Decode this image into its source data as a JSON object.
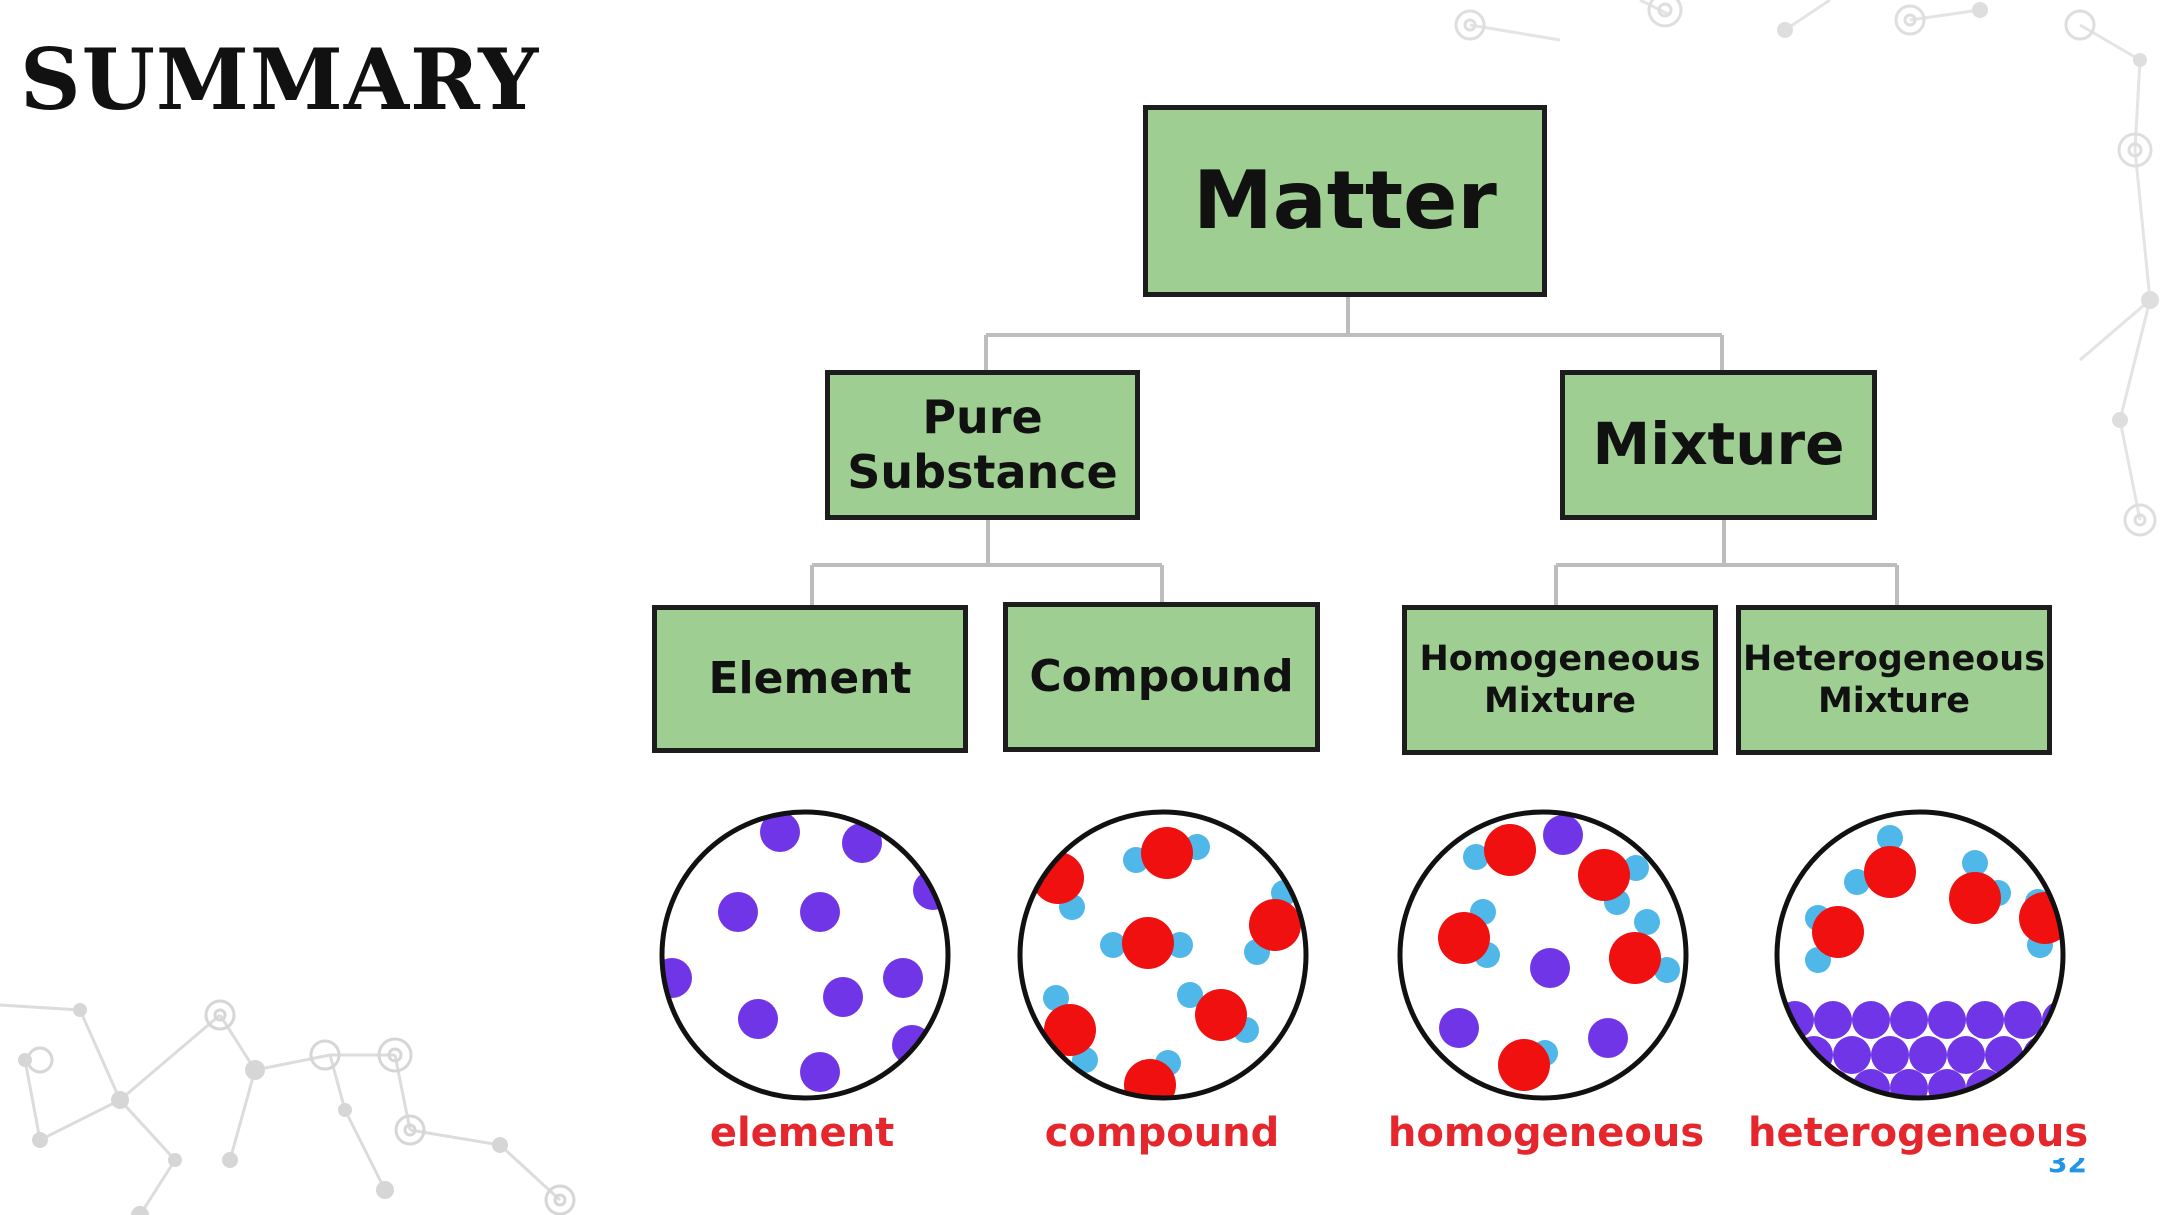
{
  "slide": {
    "title": "SUMMARY",
    "page_number": "32"
  },
  "diagram": {
    "root": "Matter",
    "level1": {
      "pure": "Pure Substance",
      "mixture": "Mixture"
    },
    "level2": {
      "element": "Element",
      "compound": "Compound",
      "homogeneous": "Homogeneous Mixture",
      "heterogeneous": "Heterogeneous Mixture"
    },
    "samples": {
      "element": "element",
      "compound": "compound",
      "homogeneous": "homogeneous",
      "heterogeneous": "heterogeneous"
    },
    "colors": {
      "box_fill": "#9fce92",
      "element_particle": "#6f35e6",
      "oxygen_atom": "#f01010",
      "hydrogen_atom": "#4fb8e8",
      "sample_label": "#e5262d"
    }
  }
}
